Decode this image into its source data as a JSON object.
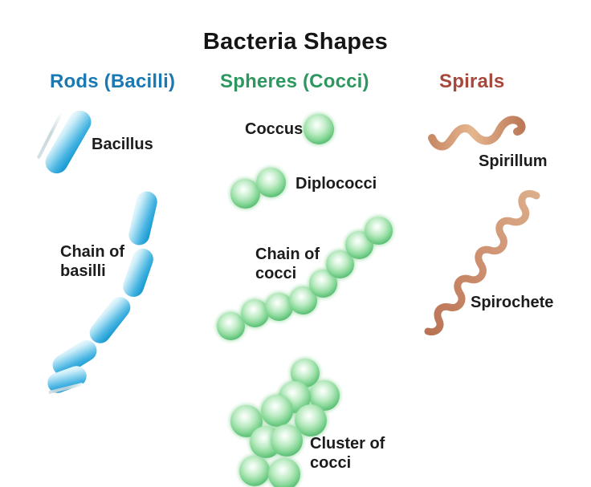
{
  "title": "Bacteria Shapes",
  "columns": {
    "rods": {
      "header": "Rods (Bacilli)",
      "color": "#1b78b0"
    },
    "spheres": {
      "header": "Spheres (Cocci)",
      "color": "#2e9760"
    },
    "spirals": {
      "header": "Spirals",
      "color": "#a6483a"
    }
  },
  "labels": {
    "bacillus": "Bacillus",
    "chain_of_basilli": "Chain of basilli",
    "coccus": "Coccus",
    "diplococci": "Diplococci",
    "chain_of_cocci": "Chain of cocci",
    "cluster_of_cocci": "Cluster of cocci",
    "spirillum": "Spirillum",
    "spirochete": "Spirochete"
  },
  "shape_colors": {
    "rod_blue_light": "#cdeef9",
    "rod_blue": "#47b4e2",
    "rod_blue_dark": "#1b90c4",
    "cocci_green_light": "#bcebc3",
    "cocci_green": "#86d797",
    "cocci_green_dark": "#2f9b52",
    "spiral_tan_light": "#e5b68f",
    "spiral_tan": "#cd9070",
    "spiral_tan_dark": "#ba7755"
  },
  "text_color": "#1c1c1c",
  "background_color": "#ffffff"
}
